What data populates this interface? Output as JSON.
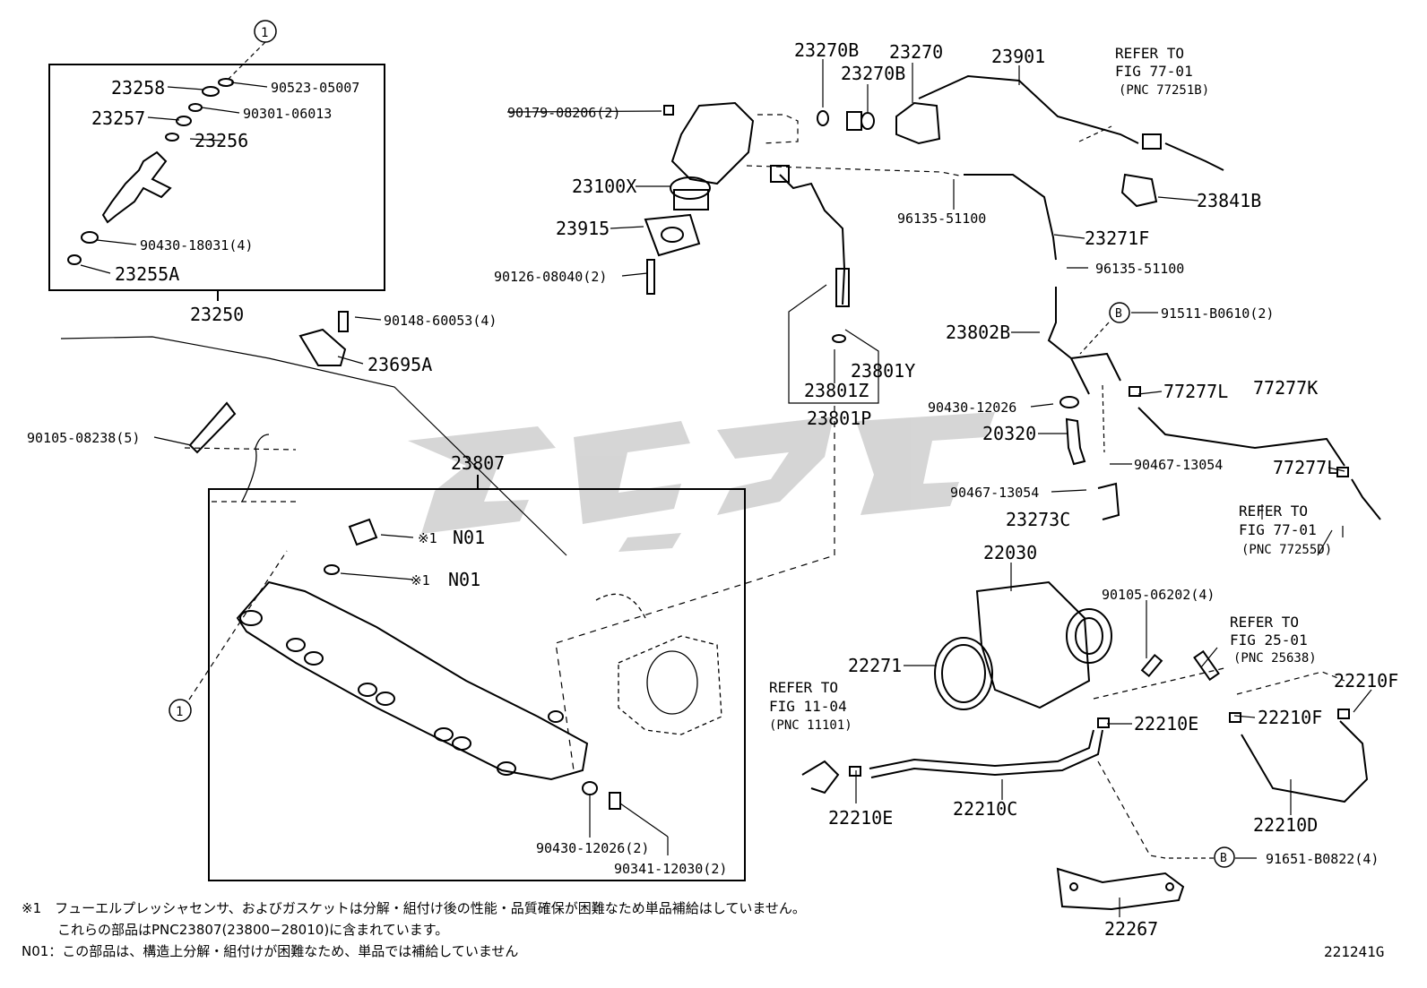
{
  "diagram": {
    "figure_code": "221241G",
    "watermark_text": "",
    "callout_circle": "1",
    "callout_b": "B",
    "labels": {
      "p23258": "23258",
      "p23257": "23257",
      "p23256": "23256",
      "p23255A": "23255A",
      "p90523": "90523-05007",
      "p90301": "90301-06013",
      "p90430_18031": "90430-18031(4)",
      "p23250": "23250",
      "p90179": "90179-08206(2)",
      "p23100X": "23100X",
      "p23915": "23915",
      "p90126": "90126-08040(2)",
      "p90148": "90148-60053(4)",
      "p23695A": "23695A",
      "p90105_08238": "90105-08238(5)",
      "p23807": "23807",
      "pN01a": "N01",
      "pN01b": "N01",
      "mark1a": "※1",
      "mark1b": "※1",
      "p23270B_1": "23270B",
      "p23270": "23270",
      "p23270B_2": "23270B",
      "p23901": "23901",
      "p96135_a": "96135-51100",
      "p23271F": "23271F",
      "p96135_b": "96135-51100",
      "p23841B": "23841B",
      "p23802B": "23802B",
      "p91511": "91511-B0610(2)",
      "p23801Z": "23801Z",
      "p23801Y": "23801Y",
      "p23801P": "23801P",
      "p90430_12026a": "90430-12026",
      "p77277L_1": "77277L",
      "p77277K": "77277K",
      "p20320": "20320",
      "p90467_a": "90467-13054",
      "p90467_b": "90467-13054",
      "p77277L_2": "77277L",
      "p23273C": "23273C",
      "p22030": "22030",
      "p90105_06202": "90105-06202(4)",
      "p22271": "22271",
      "p22210E_1": "22210E",
      "p22210E_2": "22210E",
      "p22210C": "22210C",
      "p22210F_1": "22210F",
      "p22210F_2": "22210F",
      "p22210D": "22210D",
      "p91651": "91651-B0822(4)",
      "p22267": "22267",
      "p90430_12026b": "90430-12026(2)",
      "p90341": "90341-12030(2)"
    },
    "refs": {
      "r1": [
        "REFER TO",
        "FIG 77-01",
        "(PNC 77251B)"
      ],
      "r2": [
        "REFER TO",
        "FIG 77-01",
        "(PNC 77255D)"
      ],
      "r3": [
        "REFER TO",
        "FIG 25-01",
        "(PNC 25638)"
      ],
      "r4": [
        "REFER TO",
        "FIG 11-04",
        "(PNC 11101)"
      ]
    },
    "notes": {
      "line1": "※1　フューエルプレッシャセンサ、およびガスケットは分解・組付け後の性能・品質確保が困難なため単品補給はしていません。",
      "line2": "これらの部品はPNC23807(23800−28010)に含まれています。",
      "line3": "N01：この部品は、構造上分解・組付けが困難なため、単品では補給していません"
    }
  }
}
